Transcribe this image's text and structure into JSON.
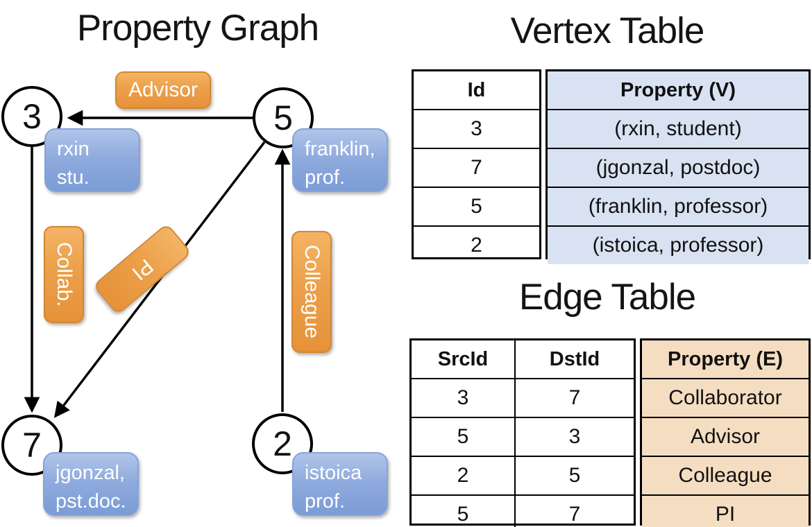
{
  "titles": {
    "graph": "Property Graph",
    "vertex_table": "Vertex Table",
    "edge_table": "Edge Table"
  },
  "colors": {
    "node_stroke": "#000000",
    "vertex_box_blue": "#7b9cd6",
    "edge_label_orange": "#e6923a",
    "vertex_table_fill": "#d9e2f2",
    "edge_table_fill": "#f5ddc1"
  },
  "graph": {
    "nodes": [
      {
        "id": "3",
        "label_line1": "rxin",
        "label_line2": "stu."
      },
      {
        "id": "5",
        "label_line1": "franklin,",
        "label_line2": "prof."
      },
      {
        "id": "7",
        "label_line1": "jgonzal,",
        "label_line2": "pst.doc."
      },
      {
        "id": "2",
        "label_line1": "istoica",
        "label_line2": "prof."
      }
    ],
    "edge_labels": [
      {
        "text": "Advisor",
        "orientation": "horizontal"
      },
      {
        "text": "Collab.",
        "orientation": "vertical"
      },
      {
        "text": "PI",
        "orientation": "diagonal"
      },
      {
        "text": "Colleague",
        "orientation": "vertical"
      }
    ],
    "edges": [
      {
        "src": "5",
        "dst": "3",
        "label": "Advisor"
      },
      {
        "src": "3",
        "dst": "7",
        "label": "Collab."
      },
      {
        "src": "5",
        "dst": "7",
        "label": "PI"
      },
      {
        "src": "2",
        "dst": "5",
        "label": "Colleague"
      }
    ]
  },
  "vertex_table": {
    "headers": {
      "id": "Id",
      "property": "Property (V)"
    },
    "rows": [
      {
        "id": "3",
        "property": "(rxin, student)"
      },
      {
        "id": "7",
        "property": "(jgonzal, postdoc)"
      },
      {
        "id": "5",
        "property": "(franklin, professor)"
      },
      {
        "id": "2",
        "property": "(istoica, professor)"
      }
    ]
  },
  "edge_table": {
    "headers": {
      "src": "SrcId",
      "dst": "DstId",
      "property": "Property (E)"
    },
    "rows": [
      {
        "src": "3",
        "dst": "7",
        "property": "Collaborator"
      },
      {
        "src": "5",
        "dst": "3",
        "property": "Advisor"
      },
      {
        "src": "2",
        "dst": "5",
        "property": "Colleague"
      },
      {
        "src": "5",
        "dst": "7",
        "property": "PI"
      }
    ]
  }
}
